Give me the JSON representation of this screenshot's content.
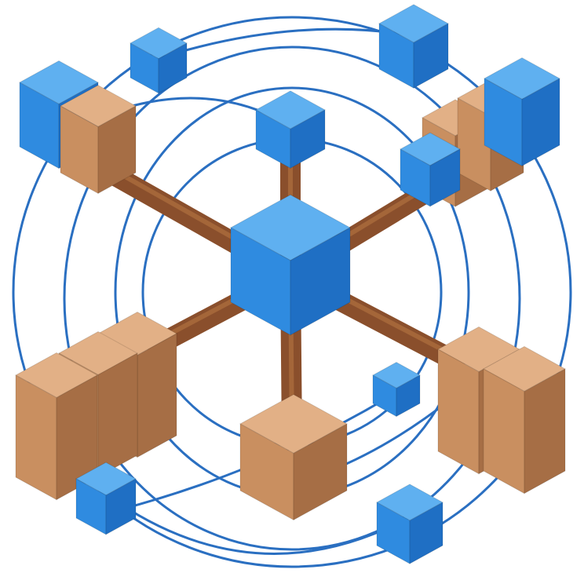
{
  "diagram": {
    "kind": "isometric-network-illustration",
    "labels": [],
    "colors": {
      "blue_top": "#5fb0f0",
      "blue_left": "#2f8be0",
      "blue_right": "#1f6fc4",
      "brown_top": "#e2b086",
      "brown_left": "#c98f60",
      "brown_right": "#a66e45",
      "pipe": "#8a4f2c",
      "pipe_highlight": "#b0703f",
      "ring": "#2a6fc1"
    },
    "hub": {
      "name": "center-hub-cube",
      "color": "blue"
    },
    "spokes": [
      {
        "name": "spoke-up",
        "target": "top-center-cube"
      },
      {
        "name": "spoke-up-right",
        "target": "right-upper-cluster"
      },
      {
        "name": "spoke-up-left",
        "target": "left-upper-cluster"
      },
      {
        "name": "spoke-down-left",
        "target": "left-lower-cluster"
      },
      {
        "name": "spoke-down-right",
        "target": "right-lower-cluster"
      },
      {
        "name": "spoke-down",
        "target": "bottom-center-cube"
      }
    ],
    "nodes": [
      {
        "name": "top-left-small-cube",
        "color": "blue"
      },
      {
        "name": "top-right-cube",
        "color": "blue"
      },
      {
        "name": "top-center-cube",
        "color": "blue"
      },
      {
        "name": "left-upper-cluster",
        "colors": [
          "blue",
          "brown"
        ]
      },
      {
        "name": "right-upper-cluster",
        "colors": [
          "brown",
          "brown",
          "blue",
          "blue"
        ]
      },
      {
        "name": "left-lower-cluster",
        "colors": [
          "brown",
          "brown",
          "brown"
        ]
      },
      {
        "name": "right-lower-cluster",
        "colors": [
          "brown",
          "brown"
        ]
      },
      {
        "name": "bottom-center-cube",
        "color": "brown"
      },
      {
        "name": "bottom-left-cube",
        "color": "blue"
      },
      {
        "name": "bottom-right-cube",
        "color": "blue"
      },
      {
        "name": "mid-right-small-cube",
        "color": "blue"
      }
    ],
    "rings": 4
  }
}
